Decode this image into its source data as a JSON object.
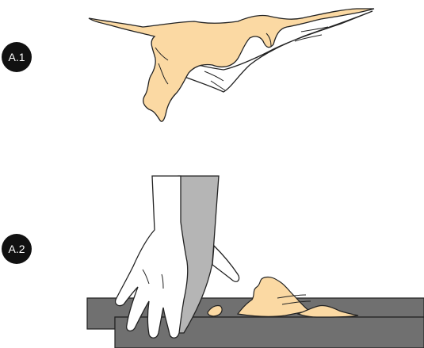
{
  "steps": [
    {
      "label": "A.1"
    },
    {
      "label": "A.2"
    }
  ],
  "colors": {
    "pastry": "#fbd9a3",
    "outline": "#222222",
    "scraper_blade": "#b5b5b5",
    "counter": "#707070",
    "badge": "#111111"
  },
  "icons": {
    "step1": "dough-sheet-stuck-on-counter",
    "step2": "hand-scraping-dough-from-counter-edge"
  }
}
